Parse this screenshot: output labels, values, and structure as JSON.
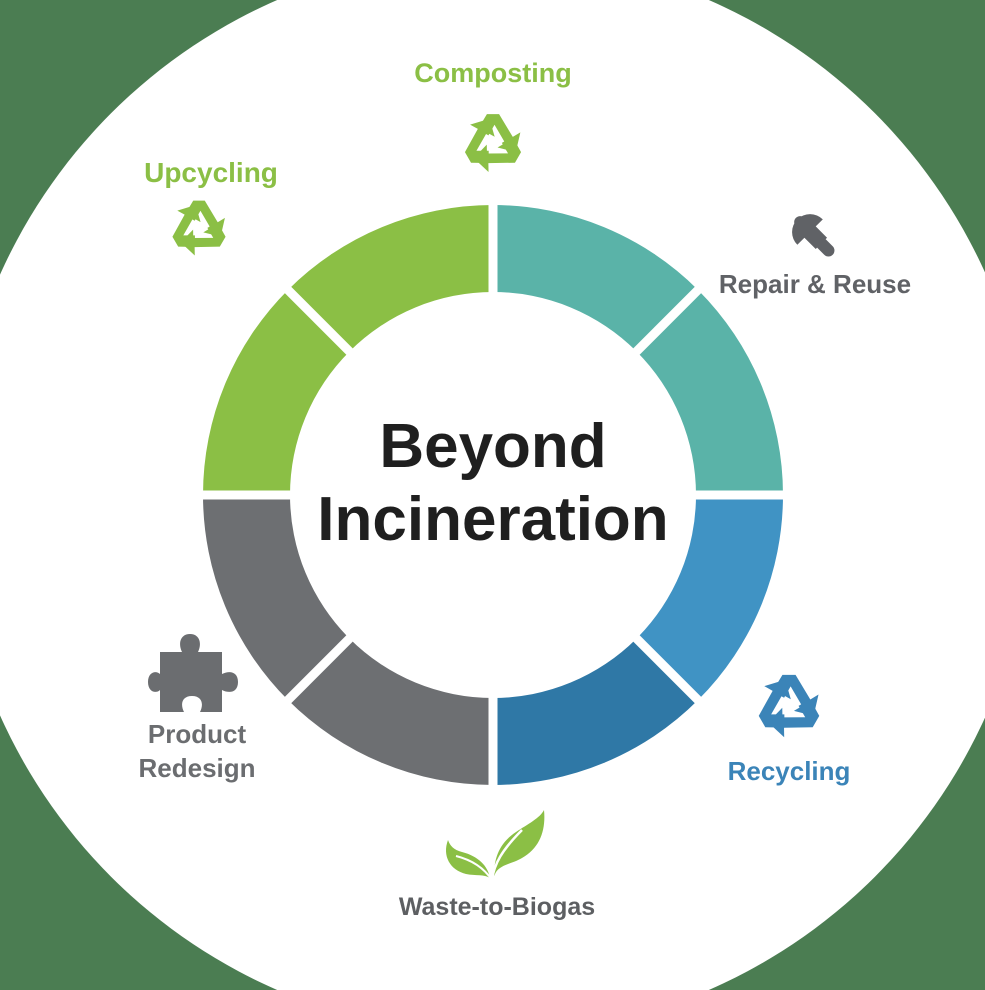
{
  "diagram": {
    "center": {
      "line1": "Beyond",
      "line2": "Incineration"
    },
    "items": [
      {
        "label": "Composting",
        "icon": "recycle-icon",
        "color": "#8bbf45"
      },
      {
        "label": "Upcycling",
        "icon": "recycle-icon",
        "color": "#8bbf45"
      },
      {
        "label": "Repair & Reuse",
        "icon": "wrench-icon",
        "color": "#606266"
      },
      {
        "label": "Recycling",
        "icon": "recycle-icon",
        "color": "#3b84b8"
      },
      {
        "label": "Waste-to-Biogas",
        "icon": "leaf-icon",
        "color": "#5d5f62"
      },
      {
        "label": "Product",
        "label2": "Redesign",
        "icon": "puzzle-icon",
        "color": "#6b6d70"
      }
    ],
    "colors": {
      "background": "#4b7d52",
      "circle": "#ffffff",
      "green_segment": "#8bbf45",
      "teal_segment": "#5ab3a8",
      "blue_segment": "#4093c4",
      "dark_blue_segment": "#2f78a6",
      "gray_segment": "#6d6f72",
      "text_dark": "#1f1f1f"
    }
  }
}
